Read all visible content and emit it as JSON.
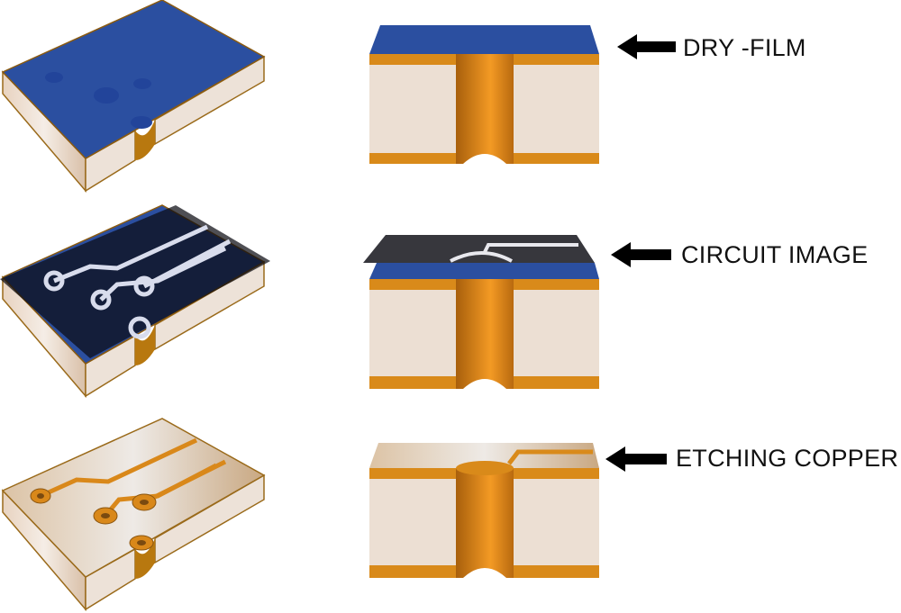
{
  "steps": [
    {
      "label": "DRY -FILM"
    },
    {
      "label": "CIRCUIT IMAGE"
    },
    {
      "label": "ETCHING COPPER"
    }
  ],
  "colors": {
    "dry_film": "#2b4fa0",
    "phototool": "#1a1a1a",
    "copper": "#d98a1a",
    "core": "#ecdfd3",
    "arrow": "#000000"
  }
}
